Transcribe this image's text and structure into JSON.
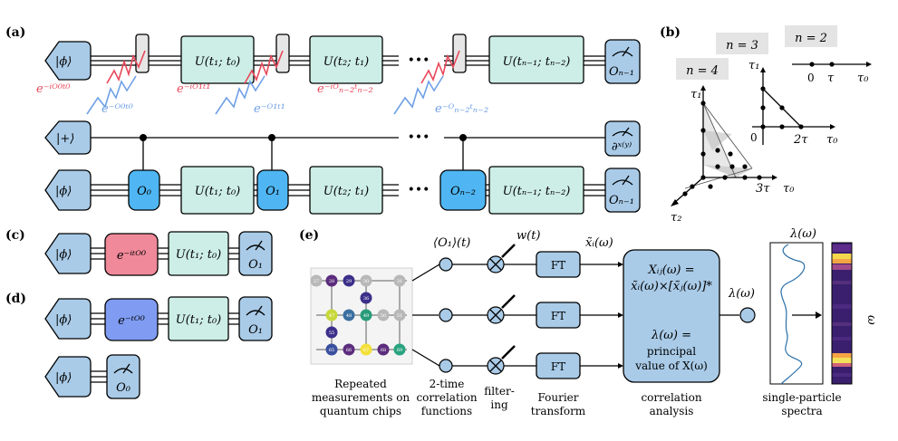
{
  "panels": {
    "a": "(a)",
    "b": "(b)",
    "c": "(c)",
    "d": "(d)",
    "e": "(e)"
  },
  "state_phi": "|ϕ⟩",
  "state_plus": "|+⟩",
  "gates": {
    "u10": "U(t₁; t₀)",
    "u21": "U(t₂; t₁)",
    "un": "U(tₙ₋₁; tₙ₋₂)",
    "o0": "O₀",
    "o1": "O₁",
    "on2": "Oₙ₋₂",
    "on1": "Oₙ₋₁",
    "dxy": "∂ˣ⁽ʸ⁾",
    "exp_c": "e⁻ⁱᵗᴼ⁰",
    "exp_d": "e⁻ᵗᴼ⁰"
  },
  "ellipsis": "•••",
  "annotations": {
    "red0": "e⁻ⁱᴼ⁰ᵗ⁰",
    "red1": "e⁻ⁱᴼ¹ᵗ¹",
    "red2": "e⁻ⁱᴼₙ₋₂ᵗₙ₋₂",
    "blue0": "e⁻ᴼ⁰ᵗ⁰",
    "blue1": "e⁻ᴼ¹ᵗ¹",
    "blue2": "e⁻ᴼₙ₋₂ᵗₙ₋₂"
  },
  "panel_b": {
    "n4": "n = 4",
    "n3": "n = 3",
    "n2": "n = 2",
    "tau0": "τ₀",
    "tau1": "τ₁",
    "tau2": "τ₂",
    "zero": "0",
    "tau": "τ",
    "two_tau": "2τ",
    "three_tau": "3τ"
  },
  "panel_e": {
    "o1t": "⟨O₁⟩(t)",
    "wt": "w(t)",
    "ft": "FT",
    "xtilde": "x̃ᵢ(ω)",
    "xij1": "Xᵢⱼ(ω) =",
    "xij2": "x̃ᵢ(ω)×[x̃ⱼ(ω)]*",
    "lam1": "λ(ω) =",
    "lam2": "principal",
    "lam3": "value of X(ω)",
    "lam_out": "λ(ω)",
    "spec_top": "λ(ω)",
    "omega": "ω",
    "cap_chip": [
      "Repeated",
      "measurements on",
      "quantum chips"
    ],
    "cap_corr": [
      "2-time",
      "correlation",
      "functions"
    ],
    "cap_filter": [
      "filter-",
      "ing"
    ],
    "cap_fourier": [
      "Fourier",
      "transform"
    ],
    "cap_analysis": [
      "correlation",
      "analysis"
    ],
    "cap_spectra": [
      "single-particle",
      "spectra"
    ],
    "chip_qubits": [
      "27",
      "28",
      "29",
      "30",
      "31",
      "36",
      "47",
      "48",
      "49",
      "50",
      "51",
      "55",
      "65",
      "66",
      "67",
      "68",
      "69"
    ]
  },
  "colors": {
    "gate": "#cdeee6",
    "measure": "#a9cbe8",
    "blue": "#4fb6f3",
    "red": "#e8485a",
    "wave_blue": "#6fa0e6"
  }
}
